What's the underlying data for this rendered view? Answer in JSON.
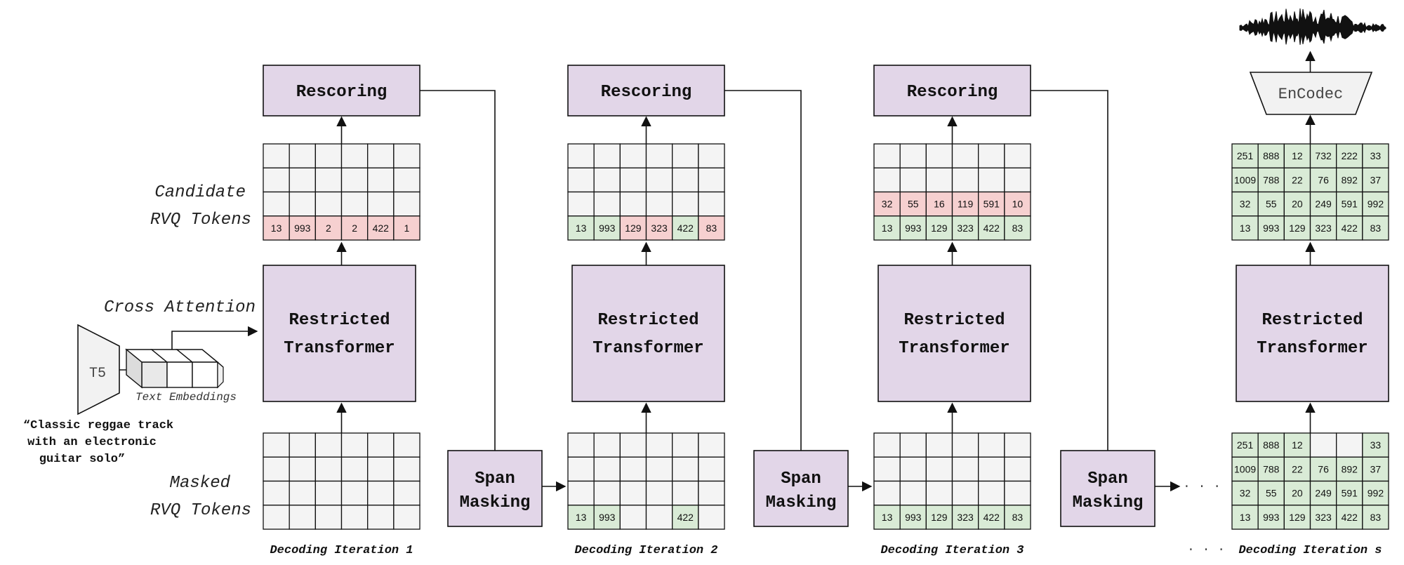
{
  "labels": {
    "rescoring": "Rescoring",
    "transformer_line1": "Restricted",
    "transformer_line2": "Transformer",
    "span_line1": "Span",
    "span_line2": "Masking",
    "candidate_line1": "Candidate",
    "candidate_line2": "RVQ Tokens",
    "masked_line1": "Masked",
    "masked_line2": "RVQ Tokens",
    "cross_attention": "Cross Attention",
    "t5": "T5",
    "text_embeddings": "Text Embeddings",
    "encodec": "EnCodec",
    "ellipsis": "· · ·",
    "prompt_line1": "“Classic reggae track",
    "prompt_line2": "with an electronic",
    "prompt_line3": "guitar solo”"
  },
  "colors": {
    "box_fill": "#e2d6e8",
    "cell_empty": "#f4f4f4",
    "cell_green": "#d9ebd6",
    "cell_red": "#f6d0d0",
    "trapezoid_fill": "#f2f2f2"
  },
  "iterations": [
    {
      "label": "Decoding Iteration 1",
      "candidate": [
        [
          "",
          "",
          "",
          "",
          "",
          ""
        ],
        [
          "",
          "",
          "",
          "",
          "",
          ""
        ],
        [
          "",
          "",
          "",
          "",
          "",
          ""
        ],
        [
          "13",
          "993",
          "2",
          "2",
          "422",
          "1"
        ]
      ],
      "candidate_state": [
        [
          "e",
          "e",
          "e",
          "e",
          "e",
          "e"
        ],
        [
          "e",
          "e",
          "e",
          "e",
          "e",
          "e"
        ],
        [
          "e",
          "e",
          "e",
          "e",
          "e",
          "e"
        ],
        [
          "r",
          "r",
          "r",
          "r",
          "r",
          "r"
        ]
      ],
      "masked": [
        [
          "",
          "",
          "",
          "",
          "",
          ""
        ],
        [
          "",
          "",
          "",
          "",
          "",
          ""
        ],
        [
          "",
          "",
          "",
          "",
          "",
          ""
        ],
        [
          "",
          "",
          "",
          "",
          "",
          ""
        ]
      ],
      "masked_state": [
        [
          "e",
          "e",
          "e",
          "e",
          "e",
          "e"
        ],
        [
          "e",
          "e",
          "e",
          "e",
          "e",
          "e"
        ],
        [
          "e",
          "e",
          "e",
          "e",
          "e",
          "e"
        ],
        [
          "e",
          "e",
          "e",
          "e",
          "e",
          "e"
        ]
      ]
    },
    {
      "label": "Decoding Iteration 2",
      "candidate": [
        [
          "",
          "",
          "",
          "",
          "",
          ""
        ],
        [
          "",
          "",
          "",
          "",
          "",
          ""
        ],
        [
          "",
          "",
          "",
          "",
          "",
          ""
        ],
        [
          "13",
          "993",
          "129",
          "323",
          "422",
          "83"
        ]
      ],
      "candidate_state": [
        [
          "e",
          "e",
          "e",
          "e",
          "e",
          "e"
        ],
        [
          "e",
          "e",
          "e",
          "e",
          "e",
          "e"
        ],
        [
          "e",
          "e",
          "e",
          "e",
          "e",
          "e"
        ],
        [
          "g",
          "g",
          "r",
          "r",
          "g",
          "r"
        ]
      ],
      "masked": [
        [
          "",
          "",
          "",
          "",
          "",
          ""
        ],
        [
          "",
          "",
          "",
          "",
          "",
          ""
        ],
        [
          "",
          "",
          "",
          "",
          "",
          ""
        ],
        [
          "13",
          "993",
          "",
          "",
          "422",
          ""
        ]
      ],
      "masked_state": [
        [
          "e",
          "e",
          "e",
          "e",
          "e",
          "e"
        ],
        [
          "e",
          "e",
          "e",
          "e",
          "e",
          "e"
        ],
        [
          "e",
          "e",
          "e",
          "e",
          "e",
          "e"
        ],
        [
          "g",
          "g",
          "e",
          "e",
          "g",
          "e"
        ]
      ]
    },
    {
      "label": "Decoding Iteration 3",
      "candidate": [
        [
          "",
          "",
          "",
          "",
          "",
          ""
        ],
        [
          "",
          "",
          "",
          "",
          "",
          ""
        ],
        [
          "32",
          "55",
          "16",
          "119",
          "591",
          "10"
        ],
        [
          "13",
          "993",
          "129",
          "323",
          "422",
          "83"
        ]
      ],
      "candidate_state": [
        [
          "e",
          "e",
          "e",
          "e",
          "e",
          "e"
        ],
        [
          "e",
          "e",
          "e",
          "e",
          "e",
          "e"
        ],
        [
          "r",
          "r",
          "r",
          "r",
          "r",
          "r"
        ],
        [
          "g",
          "g",
          "g",
          "g",
          "g",
          "g"
        ]
      ],
      "masked": [
        [
          "",
          "",
          "",
          "",
          "",
          ""
        ],
        [
          "",
          "",
          "",
          "",
          "",
          ""
        ],
        [
          "",
          "",
          "",
          "",
          "",
          ""
        ],
        [
          "13",
          "993",
          "129",
          "323",
          "422",
          "83"
        ]
      ],
      "masked_state": [
        [
          "e",
          "e",
          "e",
          "e",
          "e",
          "e"
        ],
        [
          "e",
          "e",
          "e",
          "e",
          "e",
          "e"
        ],
        [
          "e",
          "e",
          "e",
          "e",
          "e",
          "e"
        ],
        [
          "g",
          "g",
          "g",
          "g",
          "g",
          "g"
        ]
      ]
    },
    {
      "label": "Decoding Iteration s",
      "candidate": [
        [
          "251",
          "888",
          "12",
          "732",
          "222",
          "33"
        ],
        [
          "1009",
          "788",
          "22",
          "76",
          "892",
          "37"
        ],
        [
          "32",
          "55",
          "20",
          "249",
          "591",
          "992"
        ],
        [
          "13",
          "993",
          "129",
          "323",
          "422",
          "83"
        ]
      ],
      "candidate_state": [
        [
          "g",
          "g",
          "g",
          "g",
          "g",
          "g"
        ],
        [
          "g",
          "g",
          "g",
          "g",
          "g",
          "g"
        ],
        [
          "g",
          "g",
          "g",
          "g",
          "g",
          "g"
        ],
        [
          "g",
          "g",
          "g",
          "g",
          "g",
          "g"
        ]
      ],
      "masked": [
        [
          "251",
          "888",
          "12",
          "",
          "",
          "33"
        ],
        [
          "1009",
          "788",
          "22",
          "76",
          "892",
          "37"
        ],
        [
          "32",
          "55",
          "20",
          "249",
          "591",
          "992"
        ],
        [
          "13",
          "993",
          "129",
          "323",
          "422",
          "83"
        ]
      ],
      "masked_state": [
        [
          "g",
          "g",
          "g",
          "e",
          "e",
          "g"
        ],
        [
          "g",
          "g",
          "g",
          "g",
          "g",
          "g"
        ],
        [
          "g",
          "g",
          "g",
          "g",
          "g",
          "g"
        ],
        [
          "g",
          "g",
          "g",
          "g",
          "g",
          "g"
        ]
      ]
    }
  ]
}
